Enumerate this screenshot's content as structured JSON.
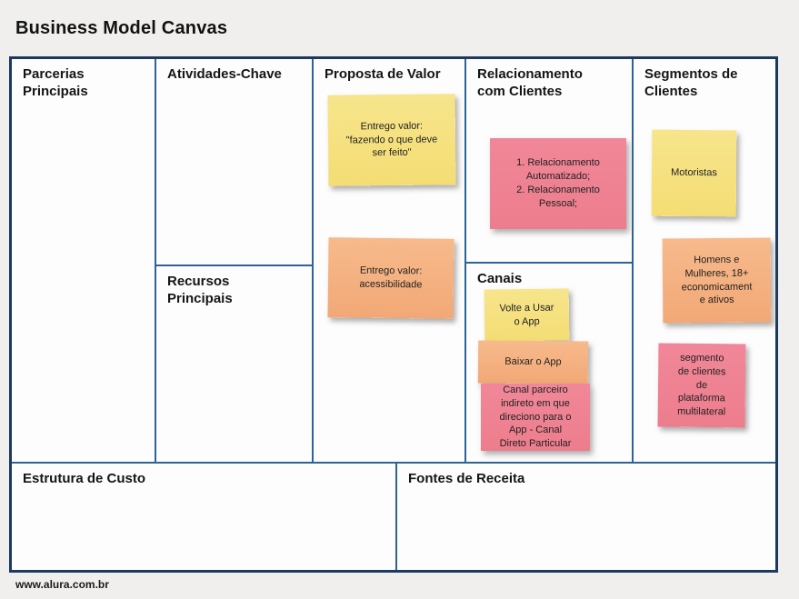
{
  "title": "Business Model Canvas",
  "footer": "www.alura.com.br",
  "colors": {
    "canvas_border": "#1b3a5f",
    "cell_border": "#2d6397",
    "note_yellow": "#f5e07e",
    "note_orange": "#f4ad7d",
    "note_pink": "#ef8191"
  },
  "sections": {
    "parcerias": {
      "title": "Parcerias\nPrincipais"
    },
    "atividades": {
      "title": "Atividades-Chave"
    },
    "recursos": {
      "title": "Recursos\nPrincipais"
    },
    "proposta": {
      "title": "Proposta de Valor",
      "notes": [
        {
          "color": "yellow",
          "text": "Entrego valor:\n\"fazendo o que deve\nser feito\""
        },
        {
          "color": "orange",
          "text": "Entrego valor:\nacessibilidade"
        }
      ]
    },
    "relacionamento": {
      "title": "Relacionamento\ncom Clientes",
      "notes": [
        {
          "color": "pink",
          "text": "1. Relacionamento\nAutomatizado;\n2. Relacionamento\nPessoal;"
        }
      ]
    },
    "canais": {
      "title": "Canais",
      "notes": [
        {
          "color": "yellow",
          "text": "Volte a Usar\no App"
        },
        {
          "color": "orange",
          "text": "Baixar o App"
        },
        {
          "color": "pink",
          "text": "Canal parceiro\nindireto em que\ndireciono para o\nApp - Canal\nDireto Particular"
        }
      ]
    },
    "segmentos": {
      "title": "Segmentos de\nClientes",
      "notes": [
        {
          "color": "yellow",
          "text": "Motoristas"
        },
        {
          "color": "orange",
          "text": "Homens e\nMulheres, 18+\neconomicament\ne ativos"
        },
        {
          "color": "pink",
          "text": "segmento\nde clientes\nde\nplataforma\nmultilateral"
        }
      ]
    },
    "estrutura": {
      "title": "Estrutura de Custo"
    },
    "fontes": {
      "title": "Fontes de Receita"
    }
  }
}
